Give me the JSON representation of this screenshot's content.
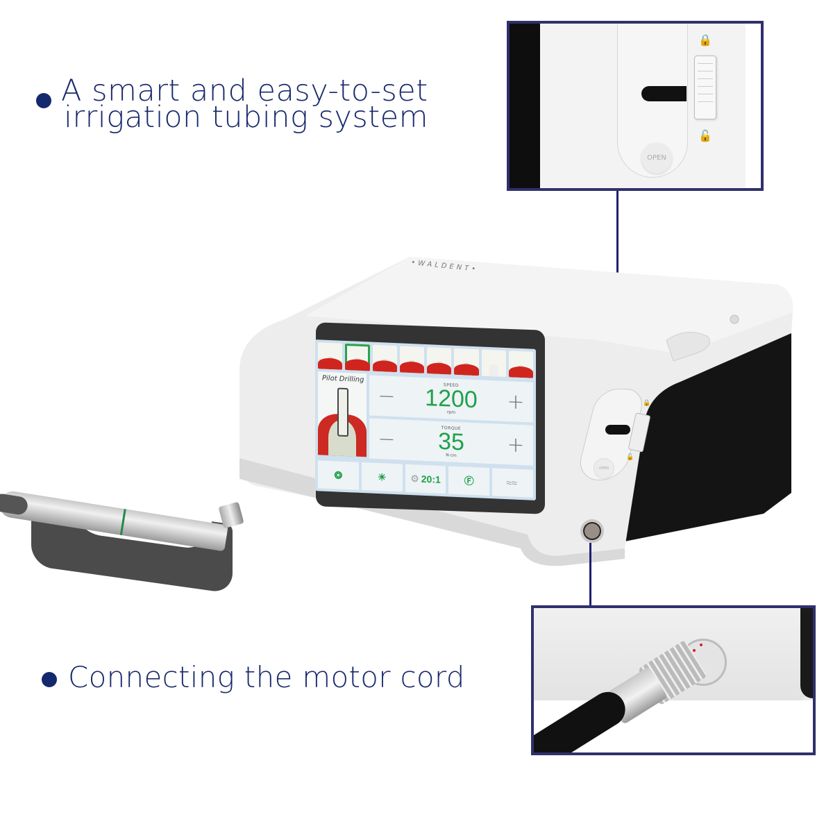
{
  "features": [
    {
      "line1": "A smart and easy-to-set",
      "line2": "irrigation tubing system"
    },
    {
      "line1": "Connecting the motor cord"
    }
  ],
  "device": {
    "brand": "•WALDENT•",
    "screen": {
      "procedure_title": "Pilot Drilling",
      "steps_count": 8,
      "active_step": 2,
      "speed": {
        "label": "SPEED",
        "value": "1200",
        "unit": "rpm",
        "minus": "−",
        "plus": "+"
      },
      "torque": {
        "label": "TORQUE",
        "value": "35",
        "unit": "N·cm",
        "minus": "−",
        "plus": "+"
      },
      "bottom_bar": [
        {
          "icon": "gear-led-icon",
          "label": "❂"
        },
        {
          "icon": "light-bulb-icon",
          "label": "☀"
        },
        {
          "icon": "gear-ratio-icon",
          "prefix": "⚙",
          "label": "20:1"
        },
        {
          "icon": "forward-rotation-icon",
          "label": "Ⓕ"
        },
        {
          "icon": "irrigation-icon",
          "label": "≈≈"
        }
      ]
    },
    "lock_panel": {
      "open_label": "OPEN",
      "lock_glyph": "🔒",
      "unlock_glyph": "🔓"
    }
  },
  "callouts": {
    "top": {
      "open_label": "OPEN",
      "lock_glyph": "🔒",
      "unlock_glyph": "🔓"
    },
    "bottom": {
      "subject": "motor cord connector"
    }
  },
  "colors": {
    "heading": "#1a2a6c",
    "bullet": "#14286e",
    "frame_border": "#30306e",
    "screen_value": "#1fa14a",
    "gum_red": "#d0251e"
  }
}
